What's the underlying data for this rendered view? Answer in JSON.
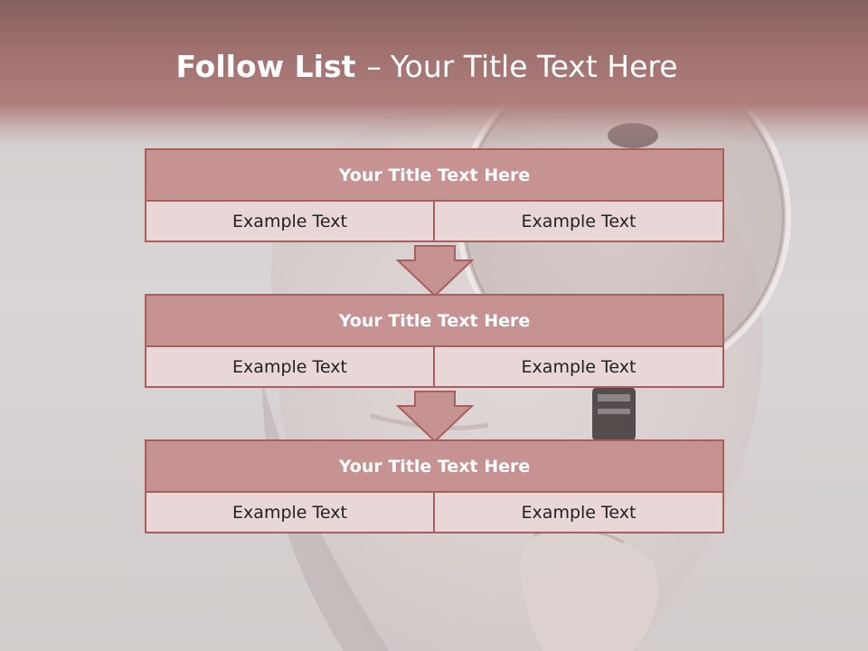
{
  "slide": {
    "title_bold": "Follow List",
    "title_separator": "–",
    "title_rest": "Your Title Text Here"
  },
  "blocks": [
    {
      "title": "Your Title Text Here",
      "left_text": "Example Text",
      "right_text": "Example Text"
    },
    {
      "title": "Your Title Text Here",
      "left_text": "Example Text",
      "right_text": "Example Text"
    },
    {
      "title": "Your Title Text Here",
      "left_text": "Example Text",
      "right_text": "Example Text"
    }
  ],
  "icons": {
    "flow_arrow": "down-arrow-icon",
    "background": "magnifying-glass-photo"
  },
  "colors": {
    "header_band": "#a87471",
    "block_title_fill": "#c69392",
    "block_border": "#a8605e",
    "cell_fill": "#e9d6d6",
    "arrow_fill": "#c69392"
  }
}
